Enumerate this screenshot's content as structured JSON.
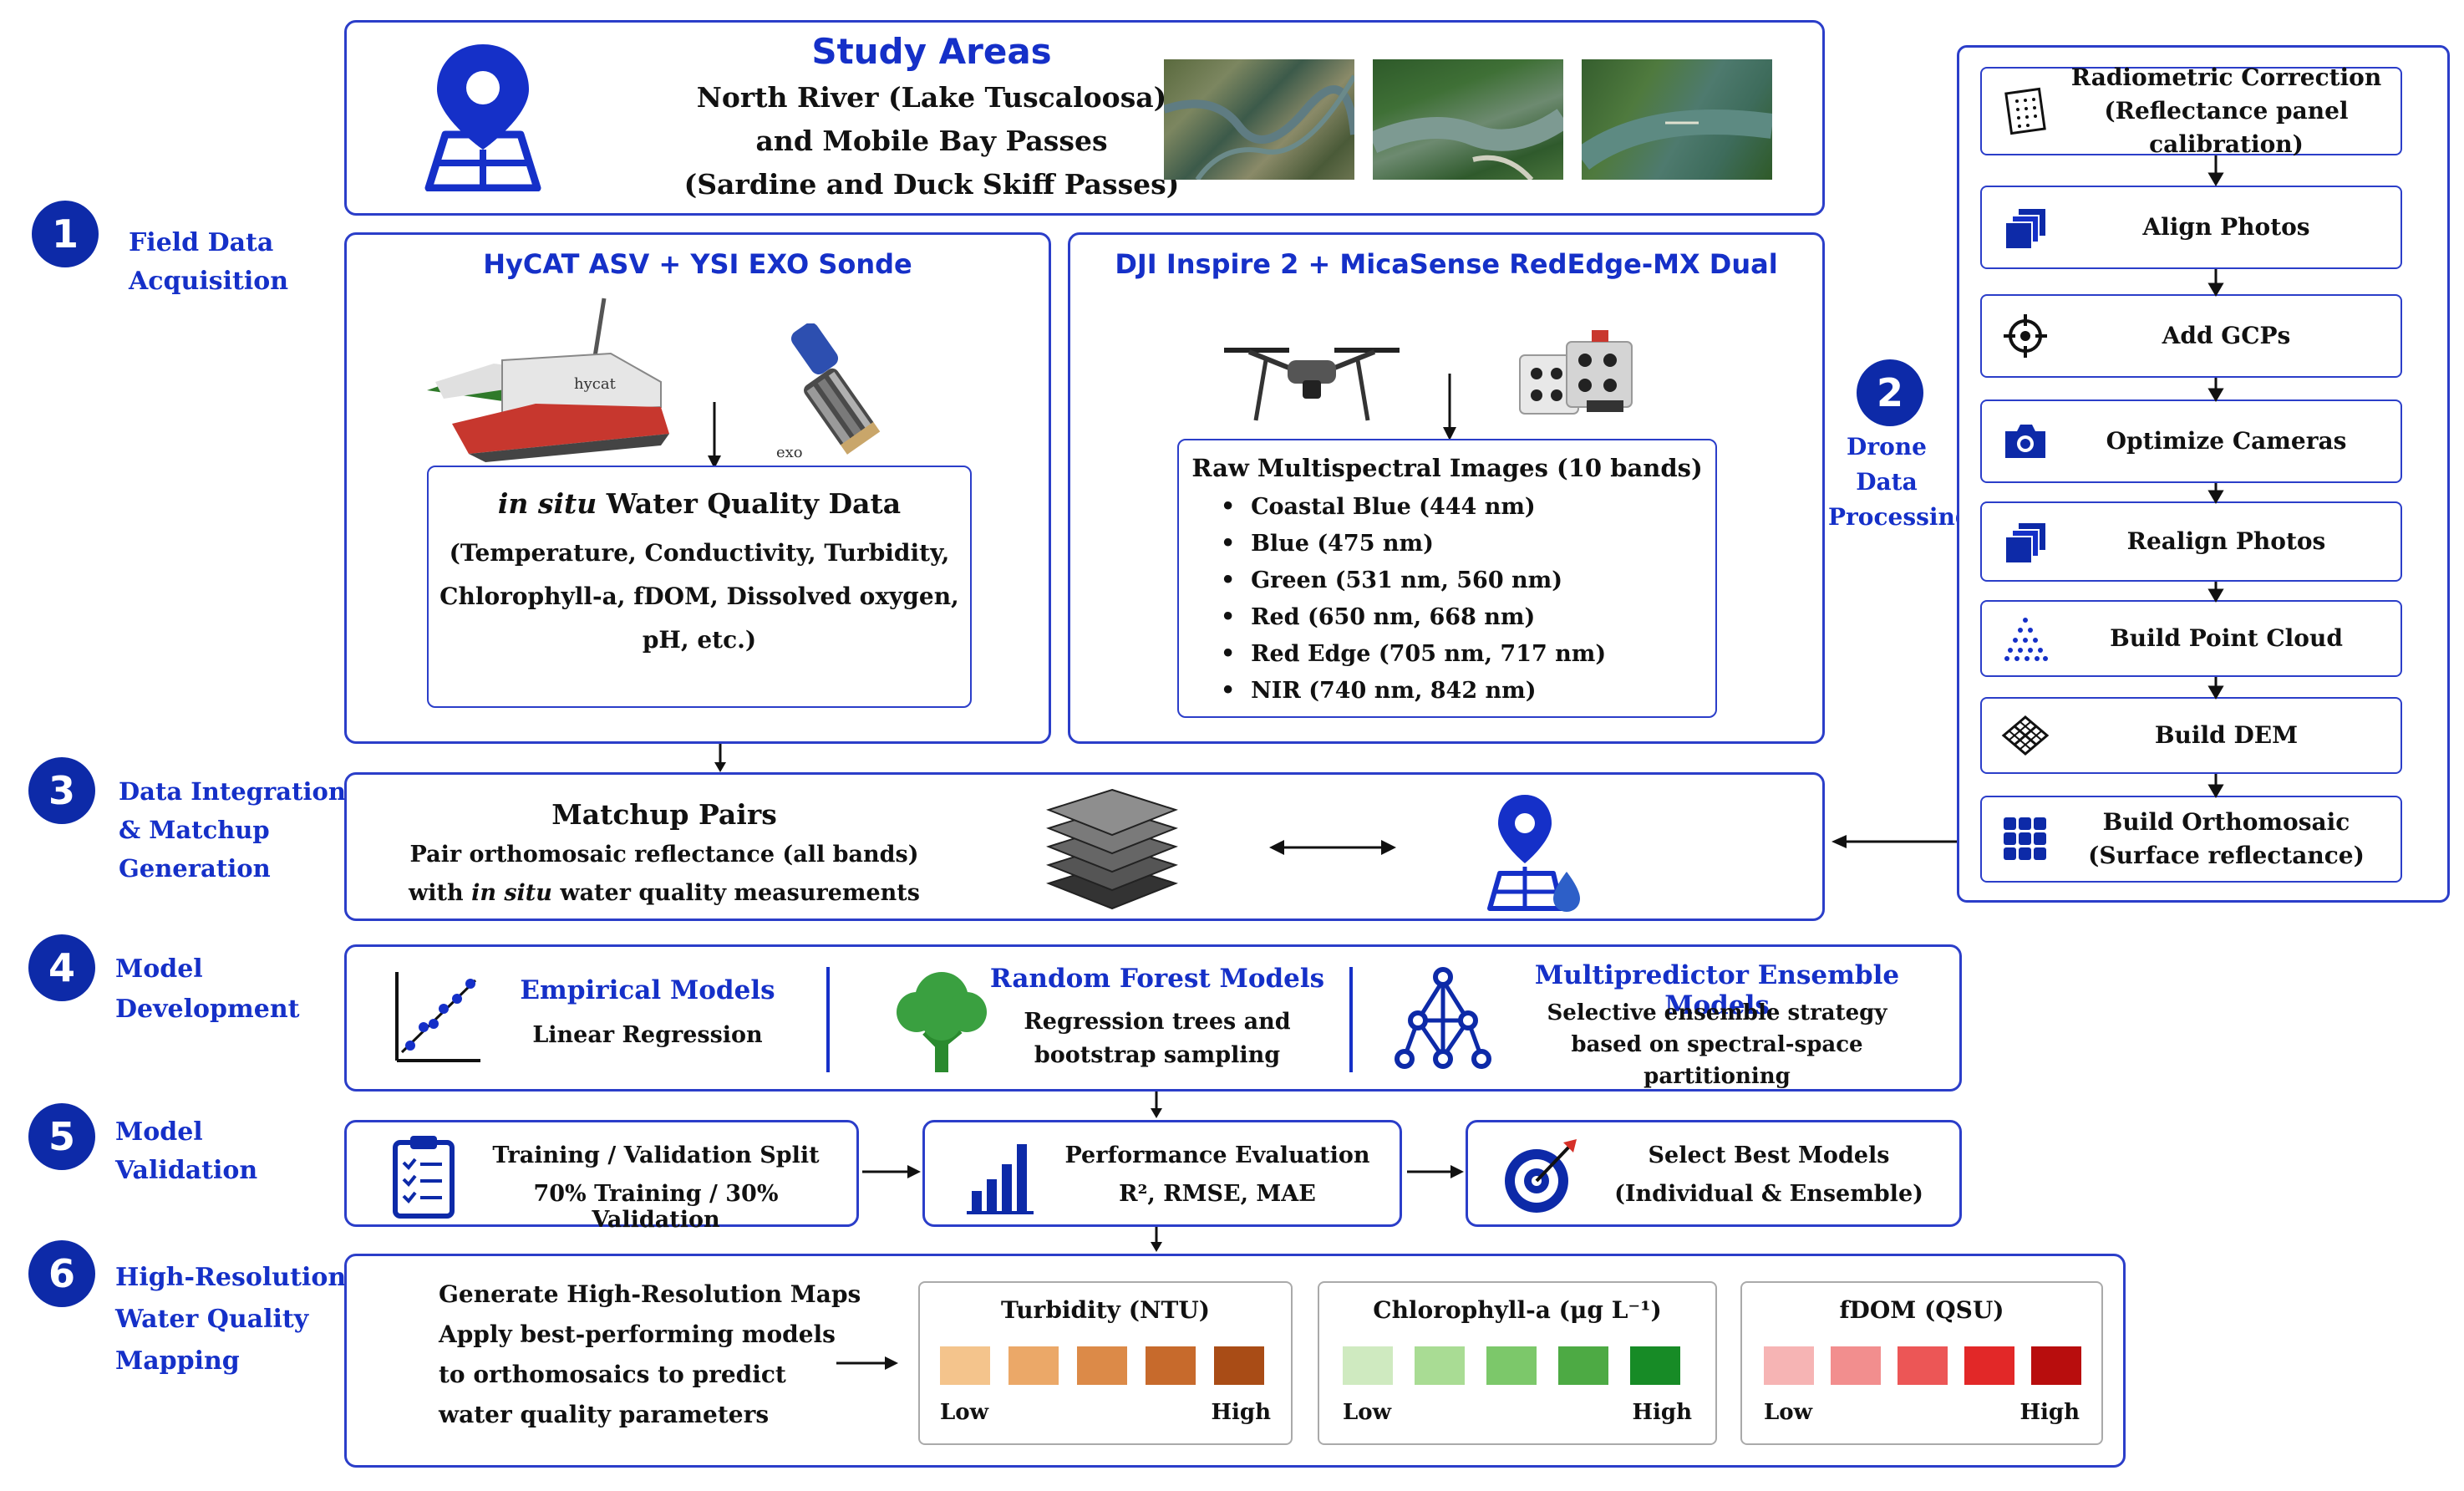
{
  "study": {
    "title": "Study Areas",
    "line1": "North River (Lake Tuscaloosa)",
    "line2": "and Mobile Bay Passes",
    "line3": "(Sardine and Duck Skiff Passes)"
  },
  "stages": {
    "s1": {
      "num": "1",
      "line1": "Field Data",
      "line2": "Acquisition"
    },
    "s2": {
      "num": "2",
      "line1": "Drone",
      "line2": "Data",
      "line3": "Processing"
    },
    "s3": {
      "num": "3",
      "line1": "Data Integration",
      "line2": "& Matchup",
      "line3": "Generation"
    },
    "s4": {
      "num": "4",
      "line1": "Model",
      "line2": "Development"
    },
    "s5": {
      "num": "5",
      "line1": "Model",
      "line2": "Validation"
    },
    "s6": {
      "num": "6",
      "line1": "High-Resolution",
      "line2": "Water Quality",
      "line3": "Mapping"
    }
  },
  "hycat": {
    "title": "HyCAT ASV + YSI EXO Sonde",
    "boat_text": "hycat",
    "sonde_text": "exo",
    "insitu_em": "in situ",
    "insitu_rest": " Water Quality Data",
    "params1": "(Temperature, Conductivity, Turbidity,",
    "params2": "Chlorophyll-a, fDOM, Dissolved oxygen,",
    "params3": "pH, etc.)"
  },
  "dji": {
    "title": "DJI Inspire 2 + MicaSense RedEdge-MX Dual",
    "raw_title": "Raw Multispectral Images (10 bands)",
    "bands": [
      "Coastal Blue (444 nm)",
      "Blue (475 nm)",
      "Green (531 nm, 560 nm)",
      "Red (650 nm, 668 nm)",
      "Red Edge (705 nm, 717 nm)",
      "NIR (740 nm, 842 nm)"
    ]
  },
  "processing": [
    {
      "l1": "Radiometric Correction",
      "l2": "(Reflectance panel calibration)",
      "icon": "panel-icon"
    },
    {
      "l1": "Align Photos",
      "l2": "",
      "icon": "photos-icon"
    },
    {
      "l1": "Add GCPs",
      "l2": "",
      "icon": "crosshair-icon"
    },
    {
      "l1": "Optimize Cameras",
      "l2": "",
      "icon": "camera-icon"
    },
    {
      "l1": "Realign Photos",
      "l2": "",
      "icon": "photos-icon"
    },
    {
      "l1": "Build Point Cloud",
      "l2": "",
      "icon": "point-cloud-icon"
    },
    {
      "l1": "Build DEM",
      "l2": "",
      "icon": "mesh-icon"
    },
    {
      "l1": "Build Orthomosaic",
      "l2": "(Surface reflectance)",
      "icon": "grid-icon"
    }
  ],
  "matchup": {
    "title": "Matchup Pairs",
    "line1": "Pair orthomosaic reflectance (all bands)",
    "line2_pre": "with ",
    "line2_em": "in situ",
    "line2_post": " water quality measurements"
  },
  "models": {
    "empirical_title": "Empirical Models",
    "empirical_desc": "Linear Regression",
    "rf_title": "Random Forest Models",
    "rf_desc1": "Regression trees and",
    "rf_desc2": "bootstrap sampling",
    "ens_title": "Multipredictor Ensemble Models",
    "ens_desc1": "Selective ensemble strategy",
    "ens_desc2": "based on spectral-space",
    "ens_desc3": "partitioning"
  },
  "validation": {
    "split_l1": "Training / Validation Split",
    "split_l2": "70% Training / 30% Validation",
    "perf_l1": "Performance Evaluation",
    "perf_l2": "R², RMSE, MAE",
    "best_l1": "Select Best Models",
    "best_l2": "(Individual & Ensemble)"
  },
  "mapping": {
    "l1": "Generate High-Resolution Maps",
    "l2": "Apply best-performing models",
    "l3": "to orthomosaics to predict",
    "l4": "water quality parameters",
    "legends": [
      {
        "title": "Turbidity (NTU)",
        "low": "Low",
        "high": "High",
        "colors": [
          "#f4c48c",
          "#eba868",
          "#dc8a48",
          "#c76a2c",
          "#a94c16"
        ]
      },
      {
        "title": "Chlorophyll-a (μg L⁻¹)",
        "low": "Low",
        "high": "High",
        "colors": [
          "#cfeac0",
          "#a9dc94",
          "#7cc86a",
          "#4daa44",
          "#178b26"
        ]
      },
      {
        "title": "fDOM (QSU)",
        "low": "Low",
        "high": "High",
        "colors": [
          "#f6b4b4",
          "#f28e8e",
          "#ec5656",
          "#e22828",
          "#b80d0d"
        ]
      }
    ]
  },
  "colors": {
    "accent": "#1530c8",
    "border": "#2b3ec9",
    "circle": "#0d2aa8"
  }
}
